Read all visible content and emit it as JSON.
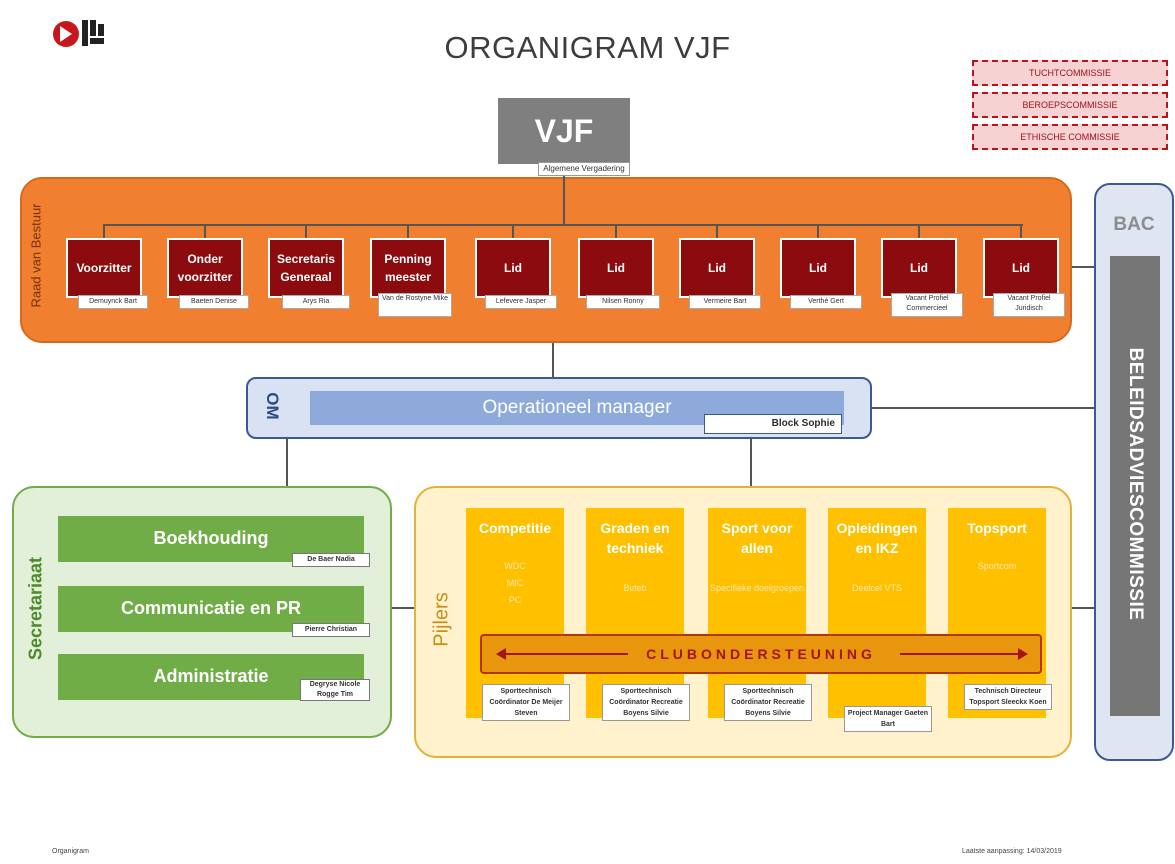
{
  "title": "ORGANIGRAM VJF",
  "logo": "VJF logo",
  "commissies": [
    "TUCHTCOMMISSIE",
    "BEROEPSCOMMISSIE",
    "ETHISCHE COMMISSIE"
  ],
  "vjf": {
    "label": "VJF",
    "sub": "Algemene Vergadering"
  },
  "raad_van_bestuur": {
    "label": "Raad van Bestuur",
    "members": [
      {
        "role": "Voorzitter",
        "name": "Demuynck Bart"
      },
      {
        "role": "Onder voorzitter",
        "name": "Baeten Denise"
      },
      {
        "role": "Secretaris Generaal",
        "name": "Arys Ria"
      },
      {
        "role": "Penning meester",
        "name": "Van de Rostyne Mike"
      },
      {
        "role": "Lid",
        "name": "Lefevere Jasper"
      },
      {
        "role": "Lid",
        "name": "Nilsen Ronny"
      },
      {
        "role": "Lid",
        "name": "Vermeire Bart"
      },
      {
        "role": "Lid",
        "name": "Verthé Gert"
      },
      {
        "role": "Lid",
        "name": "Vacant Profiel Commercieel"
      },
      {
        "role": "Lid",
        "name": "Vacant Profiel Juridisch"
      }
    ]
  },
  "om": {
    "label": "OM",
    "title": "Operationeel manager",
    "name": "Block Sophie"
  },
  "bac": {
    "label": "BAC",
    "title": "BELEIDSADVIESCOMMISSIE"
  },
  "secretariaat": {
    "label": "Secretariaat",
    "items": [
      {
        "title": "Boekhouding",
        "name": "De Baer Nadia"
      },
      {
        "title": "Communicatie en PR",
        "name": "Pierre Christian"
      },
      {
        "title": "Administratie",
        "name": "Degryse Nicole Rogge Tim"
      }
    ]
  },
  "pijlers": {
    "label": "Pijlers",
    "clubondersteuning": "CLUBONDERSTEUNING",
    "items": [
      {
        "title": "Competitie",
        "sub": [
          "WDC",
          "MIC",
          "PC"
        ],
        "name": "Sporttechnisch Coördinator De Meijer Steven"
      },
      {
        "title": "Graden en techniek",
        "sub": [
          "Bvteb"
        ],
        "name": "Sporttechnisch Coördinator Recreatie Boyens Silvie"
      },
      {
        "title": "Sport voor allen",
        "sub": [
          "Specifieke doelgroepen"
        ],
        "name": "Sporttechnisch Coördinator Recreatie Boyens Silvie"
      },
      {
        "title": "Opleidingen en IKZ",
        "sub": [
          "Deelcel VTS"
        ],
        "name": "Project Manager Gaeten Bart"
      },
      {
        "title": "Topsport",
        "sub": [
          "Sportcom"
        ],
        "name": "Technisch Directeur Topsport Sleeckx Koen"
      }
    ]
  },
  "footer": {
    "left": "Organigram",
    "right": "Laatste aanpassing: 14/03/2019"
  }
}
